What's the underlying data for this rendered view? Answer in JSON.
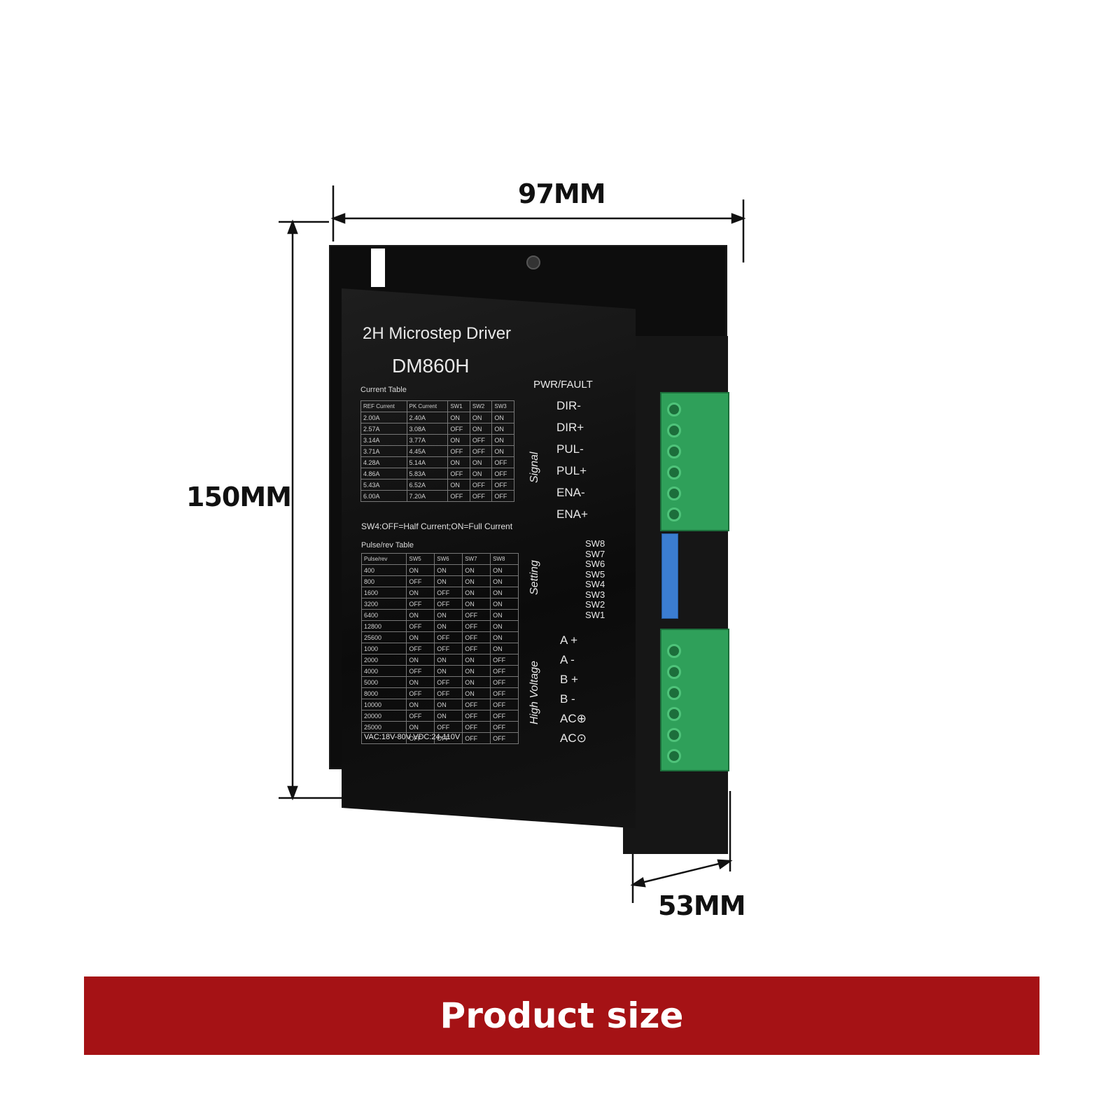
{
  "dimensions": {
    "width": "97MM",
    "height": "150MM",
    "depth": "53MM"
  },
  "device": {
    "title": "2H Microstep Driver",
    "model": "DM860H",
    "current_table_title": "Current Table",
    "current_table_headers": [
      "REF Current",
      "PK Current",
      "SW1",
      "SW2",
      "SW3"
    ],
    "current_table_rows": [
      [
        "2.00A",
        "2.40A",
        "ON",
        "ON",
        "ON"
      ],
      [
        "2.57A",
        "3.08A",
        "OFF",
        "ON",
        "ON"
      ],
      [
        "3.14A",
        "3.77A",
        "ON",
        "OFF",
        "ON"
      ],
      [
        "3.71A",
        "4.45A",
        "OFF",
        "OFF",
        "ON"
      ],
      [
        "4.28A",
        "5.14A",
        "ON",
        "ON",
        "OFF"
      ],
      [
        "4.86A",
        "5.83A",
        "OFF",
        "ON",
        "OFF"
      ],
      [
        "5.43A",
        "6.52A",
        "ON",
        "OFF",
        "OFF"
      ],
      [
        "6.00A",
        "7.20A",
        "OFF",
        "OFF",
        "OFF"
      ]
    ],
    "sw4_note": "SW4:OFF=Half Current;ON=Full Current",
    "pulse_table_title": "Pulse/rev Table",
    "pulse_table_headers": [
      "Pulse/rev",
      "SW5",
      "SW6",
      "SW7",
      "SW8"
    ],
    "pulse_table_rows": [
      [
        "400",
        "ON",
        "ON",
        "ON",
        "ON"
      ],
      [
        "800",
        "OFF",
        "ON",
        "ON",
        "ON"
      ],
      [
        "1600",
        "ON",
        "OFF",
        "ON",
        "ON"
      ],
      [
        "3200",
        "OFF",
        "OFF",
        "ON",
        "ON"
      ],
      [
        "6400",
        "ON",
        "ON",
        "OFF",
        "ON"
      ],
      [
        "12800",
        "OFF",
        "ON",
        "OFF",
        "ON"
      ],
      [
        "25600",
        "ON",
        "OFF",
        "OFF",
        "ON"
      ],
      [
        "1000",
        "OFF",
        "OFF",
        "OFF",
        "ON"
      ],
      [
        "2000",
        "ON",
        "ON",
        "ON",
        "OFF"
      ],
      [
        "4000",
        "OFF",
        "ON",
        "ON",
        "OFF"
      ],
      [
        "5000",
        "ON",
        "OFF",
        "ON",
        "OFF"
      ],
      [
        "8000",
        "OFF",
        "OFF",
        "ON",
        "OFF"
      ],
      [
        "10000",
        "ON",
        "ON",
        "OFF",
        "OFF"
      ],
      [
        "20000",
        "OFF",
        "ON",
        "OFF",
        "OFF"
      ],
      [
        "25000",
        "ON",
        "OFF",
        "OFF",
        "OFF"
      ],
      [
        "",
        "OFF",
        "OFF",
        "OFF",
        "OFF"
      ]
    ],
    "voltage_note": "VAC:18V-80V VDC:24-110V",
    "pwr_fault": "PWR/FAULT",
    "signal_label": "Signal",
    "signal_terminals": [
      "DIR-",
      "DIR+",
      "PUL-",
      "PUL+",
      "ENA-",
      "ENA+"
    ],
    "setting_label": "Setting",
    "switches": [
      "SW8",
      "SW7",
      "SW6",
      "SW5",
      "SW4",
      "SW3",
      "SW2",
      "SW1"
    ],
    "high_voltage_label": "High Voltage",
    "power_terminals": [
      "A +",
      "A -",
      "B +",
      "B -",
      "AC⊕",
      "AC⊙"
    ]
  },
  "banner": {
    "text": "Product size",
    "color": "#a51215"
  }
}
